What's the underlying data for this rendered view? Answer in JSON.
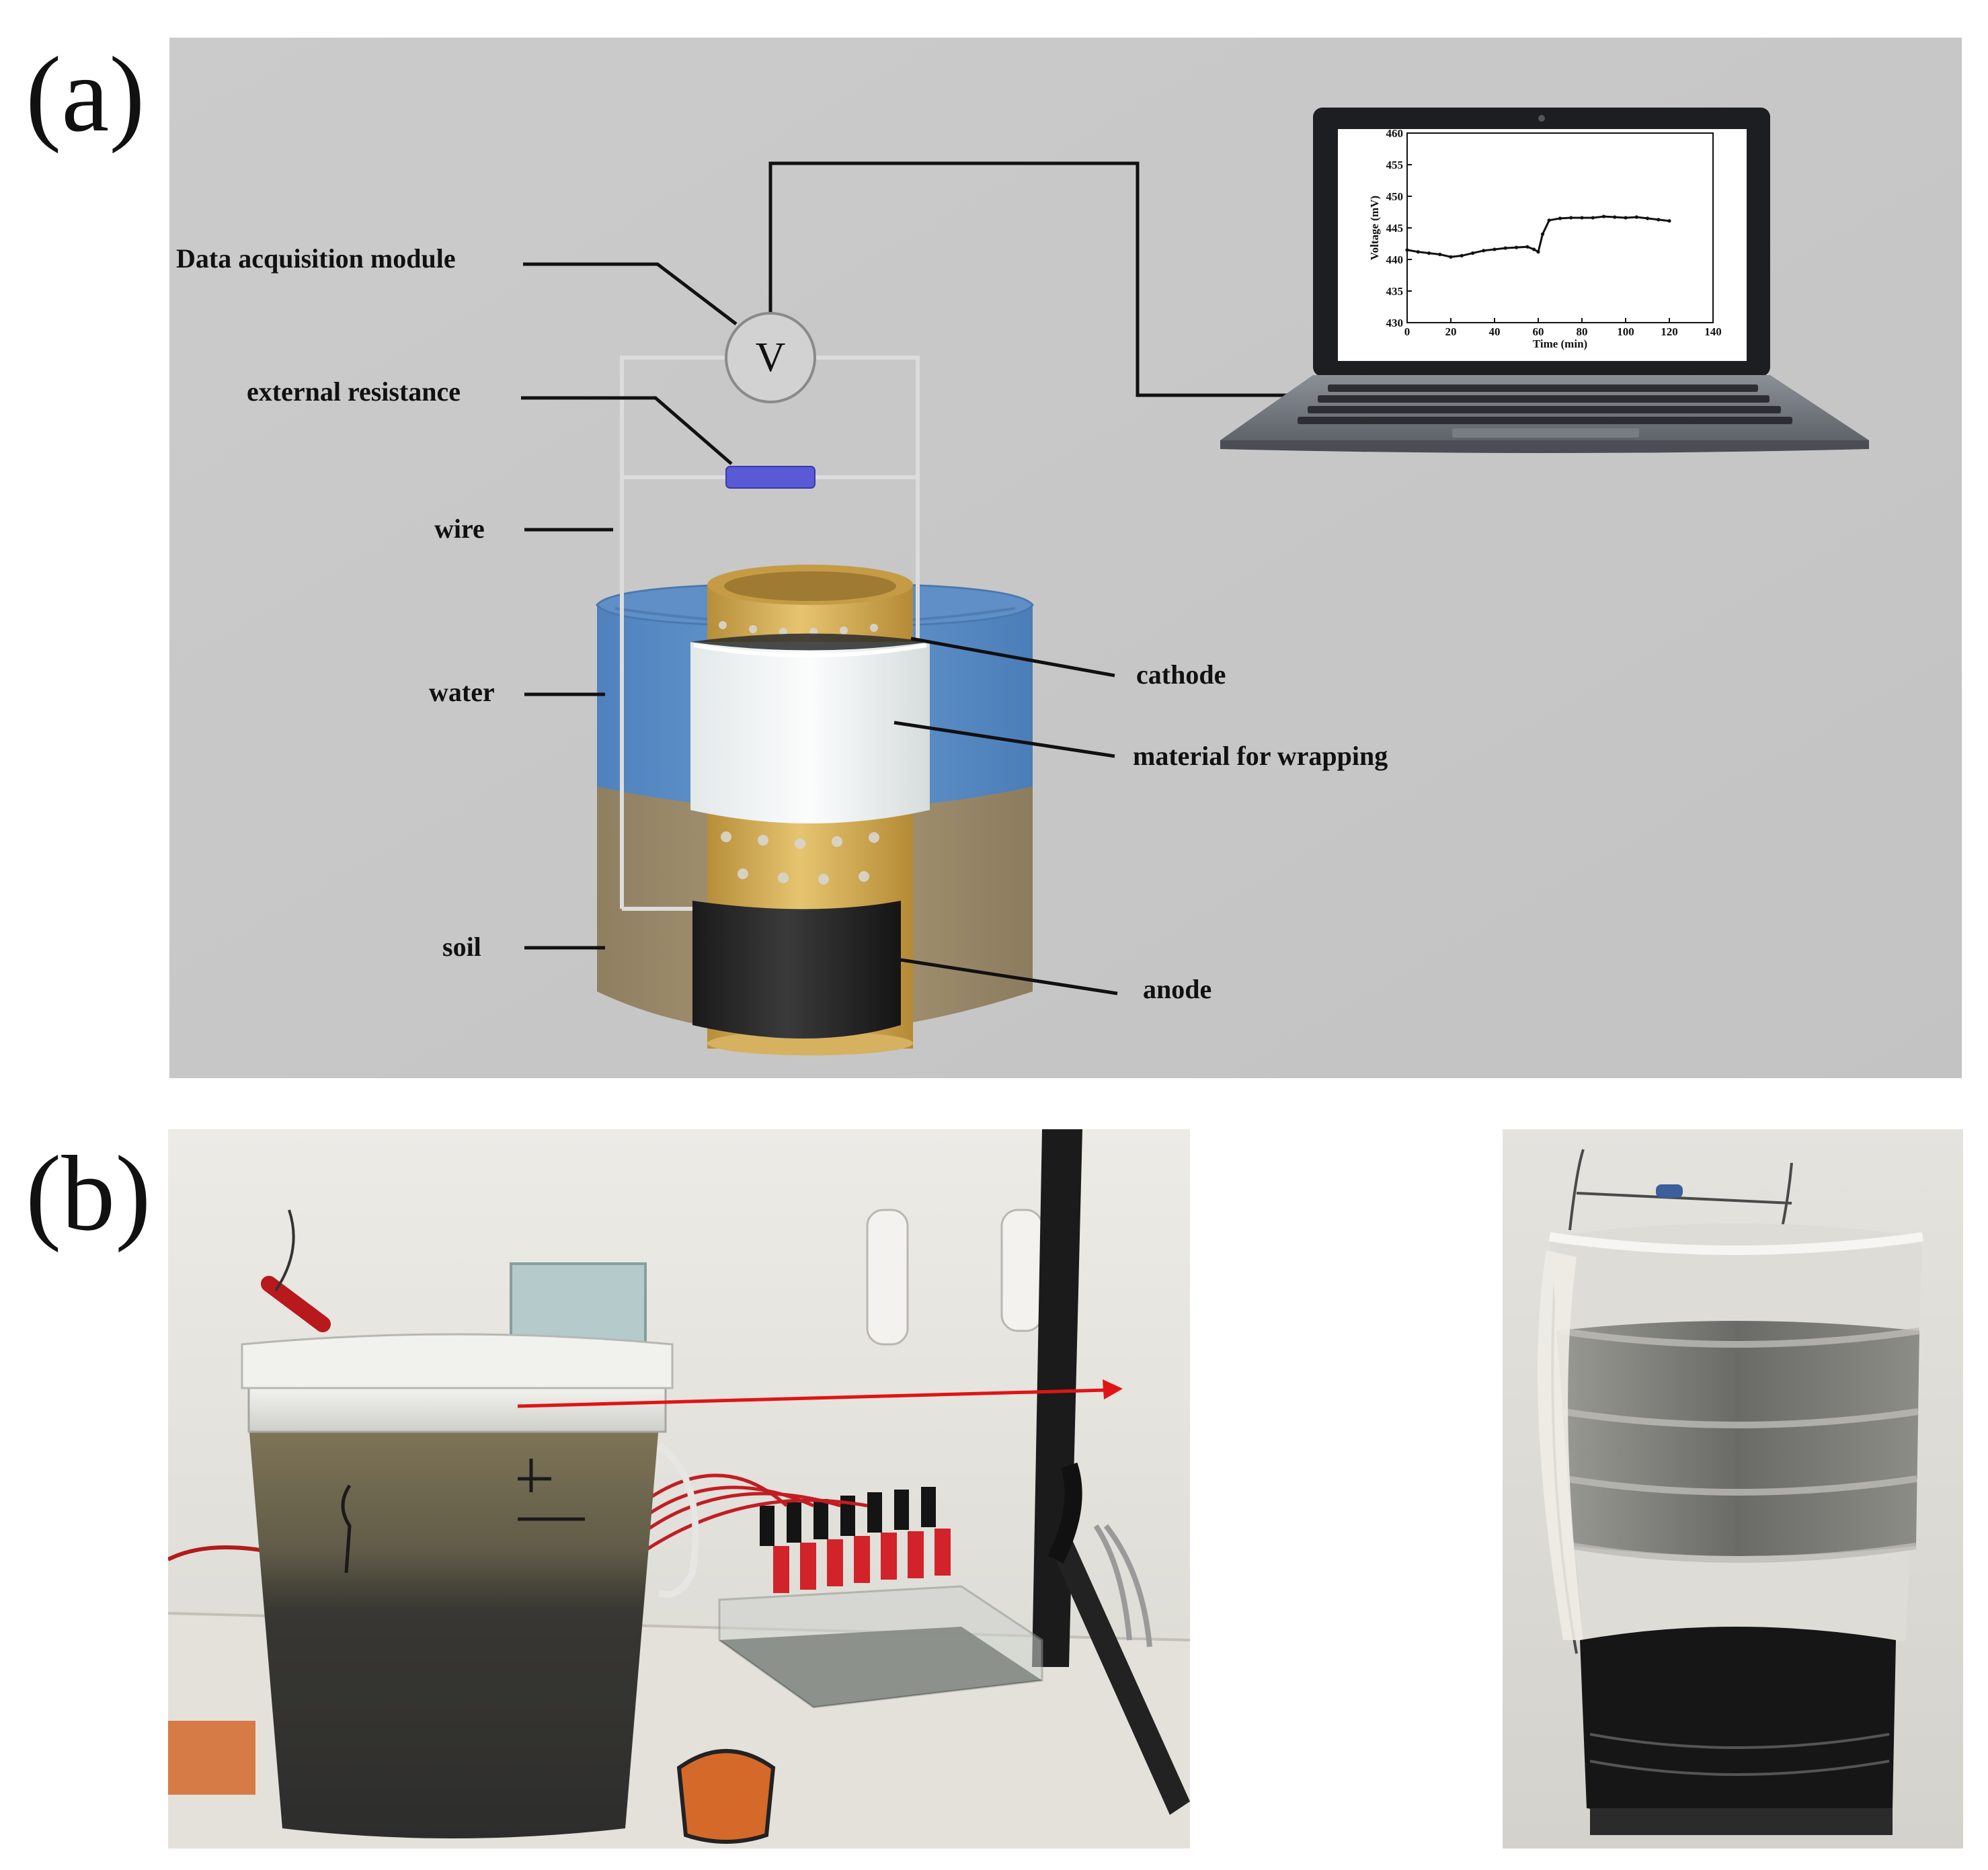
{
  "panels": {
    "a": "(a)",
    "b": "(b)"
  },
  "labels": {
    "data_acquisition": "Data acquisition module",
    "external_resistance": "external resistance",
    "wire": "wire",
    "water": "water",
    "soil": "soil",
    "cathode": "cathode",
    "material_wrapping": "material for wrapping",
    "anode": "anode",
    "voltmeter": "V"
  },
  "chart_data": {
    "type": "line",
    "xlabel": "Time (min)",
    "ylabel": "Voltage (mV)",
    "xlim": [
      0,
      140
    ],
    "ylim": [
      430,
      460
    ],
    "xticks": [
      0,
      20,
      40,
      60,
      80,
      100,
      120,
      140
    ],
    "yticks": [
      430,
      435,
      440,
      445,
      450,
      455,
      460
    ],
    "series": [
      {
        "x": [
          0,
          5,
          10,
          15,
          20,
          25,
          30,
          35,
          40,
          45,
          50,
          55,
          58,
          60,
          62,
          65,
          70,
          75,
          80,
          85,
          90,
          95,
          100,
          105,
          110,
          115,
          120
        ],
        "values": [
          441.5,
          441.2,
          441.0,
          440.8,
          440.4,
          440.6,
          441.0,
          441.4,
          441.6,
          441.8,
          441.9,
          442.0,
          441.6,
          441.2,
          444.0,
          446.2,
          446.5,
          446.6,
          446.6,
          446.6,
          446.8,
          446.7,
          446.6,
          446.7,
          446.5,
          446.3,
          446.1
        ]
      }
    ]
  },
  "colors": {
    "panel_bg": "#c9c9c9",
    "water": "#5d8ec6",
    "soil": "#a08f6f",
    "cathode_tube": "#d9b460",
    "wrap": "#f0f3f3",
    "anode": "#262626",
    "resistor": "#5a5ad6",
    "line": "#111111"
  }
}
